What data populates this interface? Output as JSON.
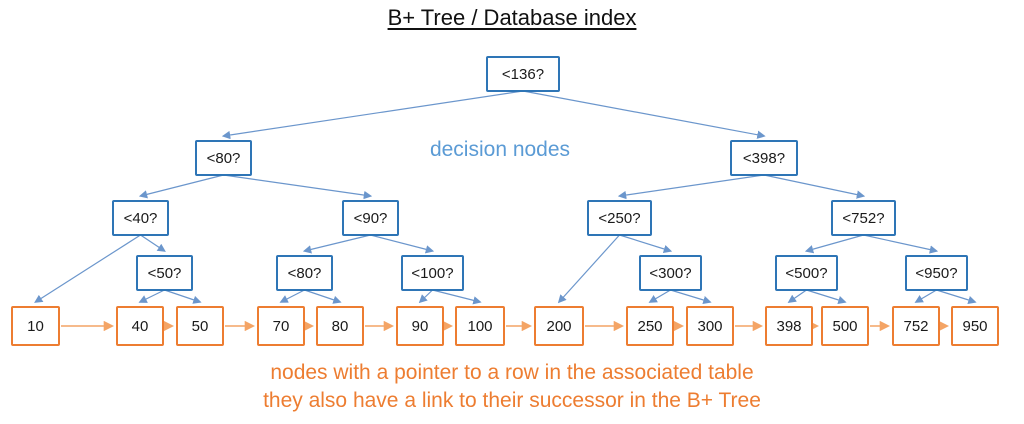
{
  "title": "B+ Tree / Database index",
  "captions": {
    "decision_nodes": "decision nodes",
    "footer_line1": "nodes with a pointer to a row in the associated table",
    "footer_line2": "they also have a link to their successor in the B+ Tree"
  },
  "colors": {
    "decision_node_border": "#2e75b6",
    "decision_caption_text": "#5b9bd5",
    "leaf_node_border": "#ed7d31",
    "footer_text": "#ed7d31",
    "tree_edge": "#6b96cc",
    "successor_arrow": "#f4a465"
  },
  "decision_nodes": [
    {
      "id": "d0",
      "label": "<136?"
    },
    {
      "id": "d1",
      "label": "<80?"
    },
    {
      "id": "d2",
      "label": "<398?"
    },
    {
      "id": "d3",
      "label": "<40?"
    },
    {
      "id": "d4",
      "label": "<90?"
    },
    {
      "id": "d5",
      "label": "<250?"
    },
    {
      "id": "d6",
      "label": "<752?"
    },
    {
      "id": "d7",
      "label": "<50?"
    },
    {
      "id": "d8",
      "label": "<80?"
    },
    {
      "id": "d9",
      "label": "<100?"
    },
    {
      "id": "d10",
      "label": "<300?"
    },
    {
      "id": "d11",
      "label": "<500?"
    },
    {
      "id": "d12",
      "label": "<950?"
    }
  ],
  "leaf_nodes": [
    "10",
    "40",
    "50",
    "70",
    "80",
    "90",
    "100",
    "200",
    "250",
    "300",
    "398",
    "500",
    "752",
    "950"
  ],
  "tree_edges": [
    [
      "d0",
      "d1"
    ],
    [
      "d0",
      "d2"
    ],
    [
      "d1",
      "d3"
    ],
    [
      "d1",
      "d4"
    ],
    [
      "d2",
      "d5"
    ],
    [
      "d2",
      "d6"
    ],
    [
      "d3",
      "l0"
    ],
    [
      "d3",
      "d7"
    ],
    [
      "d4",
      "d8"
    ],
    [
      "d4",
      "d9"
    ],
    [
      "d5",
      "l7"
    ],
    [
      "d5",
      "d10"
    ],
    [
      "d6",
      "d11"
    ],
    [
      "d6",
      "d12"
    ],
    [
      "d7",
      "l1"
    ],
    [
      "d7",
      "l2"
    ],
    [
      "d8",
      "l3"
    ],
    [
      "d8",
      "l4"
    ],
    [
      "d9",
      "l5"
    ],
    [
      "d9",
      "l6"
    ],
    [
      "d10",
      "l8"
    ],
    [
      "d10",
      "l9"
    ],
    [
      "d11",
      "l10"
    ],
    [
      "d11",
      "l11"
    ],
    [
      "d12",
      "l12"
    ],
    [
      "d12",
      "l13"
    ]
  ]
}
